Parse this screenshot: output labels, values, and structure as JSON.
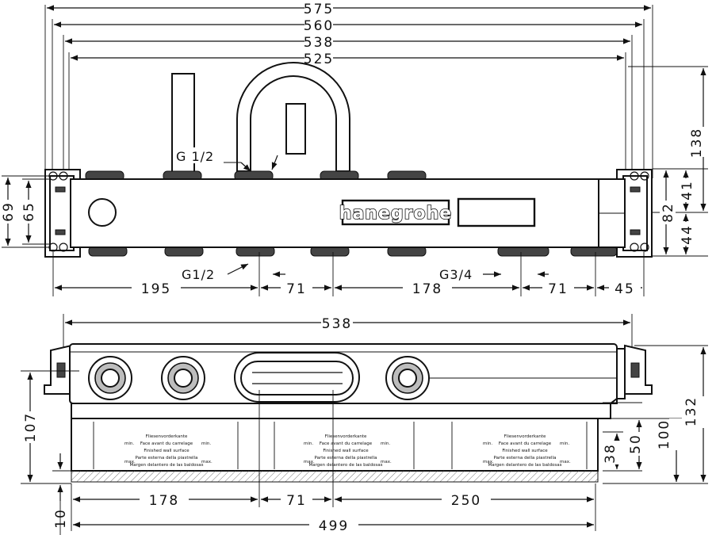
{
  "top_view": {
    "dims_top": [
      "575",
      "560",
      "538",
      "525"
    ],
    "dims_right": [
      "138",
      "41",
      "82",
      "44"
    ],
    "dims_left": [
      "69",
      "65"
    ],
    "dims_bottom": [
      "195",
      "71",
      "178",
      "71",
      "45"
    ],
    "thread_labels": {
      "g12_top": "G 1/2",
      "g12_bottom": "G1/2",
      "g34": "G3/4"
    },
    "brand": "hanegrohe"
  },
  "front_view": {
    "dim_top": "538",
    "dims_left": [
      "107",
      "10"
    ],
    "dims_right": [
      "50",
      "38",
      "100",
      "132"
    ],
    "dims_bottom": [
      "178",
      "71",
      "250",
      "499"
    ],
    "tile_label": {
      "de": "Fliesenvorderkante",
      "fr": "Face avant du carrelage",
      "en": "Finished wall surface",
      "it": "Parte esterna della piastrella",
      "es": "Margen delantero de las baldosas",
      "min": "min.",
      "max": "max."
    }
  }
}
